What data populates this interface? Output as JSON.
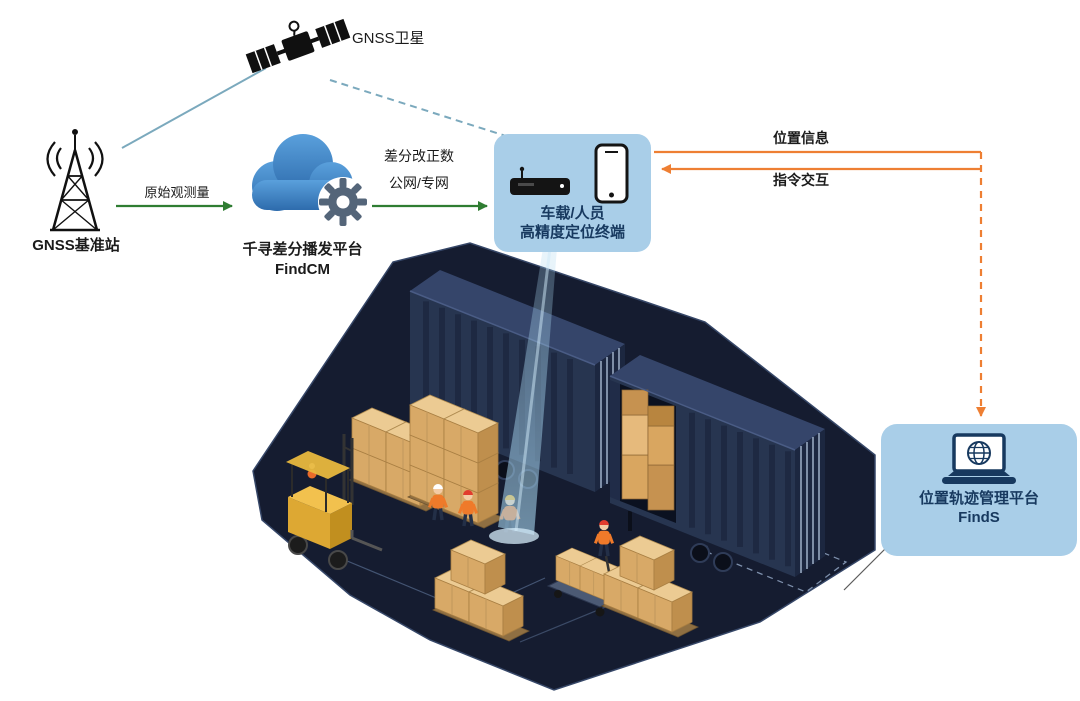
{
  "nodes": {
    "satellite": "GNSS卫星",
    "base_station": "GNSS基准站",
    "cloud_line1": "千寻差分播发平台",
    "cloud_line2": "FindCM",
    "terminal_line1": "车载/人员",
    "terminal_line2": "高精度定位终端",
    "finds_line1": "位置轨迹管理平台",
    "finds_line2": "FindS"
  },
  "flows": {
    "raw_observation": "原始观测量",
    "correction_line1": "差分改正数",
    "correction_line2": "公网/专网",
    "position_info": "位置信息",
    "command_interaction": "指令交互"
  },
  "colors": {
    "panel_blue": "#a9cee8",
    "navy_text": "#17395f",
    "orange_flow": "#ee7f33",
    "green_flow": "#2f7d32",
    "teal_link": "#7ba9bd",
    "cloud_blue": "#3c7fc0",
    "container_navy": "#273550",
    "floor_dark": "#151c30",
    "crate_tan": "#d8a967",
    "forklift_yellow": "#e8b83e"
  }
}
